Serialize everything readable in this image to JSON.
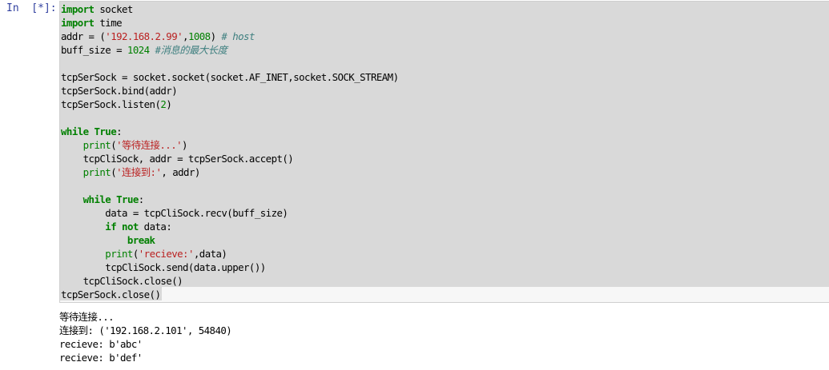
{
  "cell": {
    "prompt": "In  [*]:",
    "code_lines": [
      [
        {
          "t": "import",
          "c": "kw"
        },
        {
          "t": " socket",
          "c": ""
        }
      ],
      [
        {
          "t": "import",
          "c": "kw"
        },
        {
          "t": " time",
          "c": ""
        }
      ],
      [
        {
          "t": "addr = (",
          "c": ""
        },
        {
          "t": "'192.168.2.99'",
          "c": "st"
        },
        {
          "t": ",",
          "c": ""
        },
        {
          "t": "1008",
          "c": "nu"
        },
        {
          "t": ") ",
          "c": ""
        },
        {
          "t": "# host",
          "c": "cm"
        }
      ],
      [
        {
          "t": "buff_size = ",
          "c": ""
        },
        {
          "t": "1024",
          "c": "nu"
        },
        {
          "t": " ",
          "c": ""
        },
        {
          "t": "#消息的最大长度",
          "c": "cm"
        }
      ],
      [
        {
          "t": "",
          "c": ""
        }
      ],
      [
        {
          "t": "tcpSerSock = socket.socket(socket.AF_INET,socket.SOCK_STREAM)",
          "c": ""
        }
      ],
      [
        {
          "t": "tcpSerSock.bind(addr)",
          "c": ""
        }
      ],
      [
        {
          "t": "tcpSerSock.listen(",
          "c": ""
        },
        {
          "t": "2",
          "c": "nu"
        },
        {
          "t": ")",
          "c": ""
        }
      ],
      [
        {
          "t": "",
          "c": ""
        }
      ],
      [
        {
          "t": "while",
          "c": "kw"
        },
        {
          "t": " ",
          "c": ""
        },
        {
          "t": "True",
          "c": "kw"
        },
        {
          "t": ":",
          "c": ""
        }
      ],
      [
        {
          "t": "    ",
          "c": ""
        },
        {
          "t": "print",
          "c": "bi"
        },
        {
          "t": "(",
          "c": ""
        },
        {
          "t": "'等待连接...'",
          "c": "st"
        },
        {
          "t": ")",
          "c": ""
        }
      ],
      [
        {
          "t": "    tcpCliSock, addr = tcpSerSock.accept()",
          "c": ""
        }
      ],
      [
        {
          "t": "    ",
          "c": ""
        },
        {
          "t": "print",
          "c": "bi"
        },
        {
          "t": "(",
          "c": ""
        },
        {
          "t": "'连接到:'",
          "c": "st"
        },
        {
          "t": ", addr)",
          "c": ""
        }
      ],
      [
        {
          "t": "",
          "c": ""
        }
      ],
      [
        {
          "t": "    ",
          "c": ""
        },
        {
          "t": "while",
          "c": "kw"
        },
        {
          "t": " ",
          "c": ""
        },
        {
          "t": "True",
          "c": "kw"
        },
        {
          "t": ":",
          "c": ""
        }
      ],
      [
        {
          "t": "        data = tcpCliSock.recv(buff_size)",
          "c": ""
        }
      ],
      [
        {
          "t": "        ",
          "c": ""
        },
        {
          "t": "if",
          "c": "kw"
        },
        {
          "t": " ",
          "c": ""
        },
        {
          "t": "not",
          "c": "kw"
        },
        {
          "t": " data:",
          "c": ""
        }
      ],
      [
        {
          "t": "            ",
          "c": ""
        },
        {
          "t": "break",
          "c": "kw"
        }
      ],
      [
        {
          "t": "        ",
          "c": ""
        },
        {
          "t": "print",
          "c": "bi"
        },
        {
          "t": "(",
          "c": ""
        },
        {
          "t": "'recieve:'",
          "c": "st"
        },
        {
          "t": ",data)",
          "c": ""
        }
      ],
      [
        {
          "t": "        tcpCliSock.send(data.upper())",
          "c": ""
        }
      ],
      [
        {
          "t": "    tcpCliSock.close()",
          "c": ""
        }
      ],
      [
        {
          "t": "tcpSerSock.close()",
          "c": ""
        }
      ]
    ]
  },
  "output": {
    "lines": [
      "等待连接...",
      "连接到: ('192.168.2.101', 54840)",
      "recieve: b'abc'",
      "recieve: b'def'"
    ]
  }
}
